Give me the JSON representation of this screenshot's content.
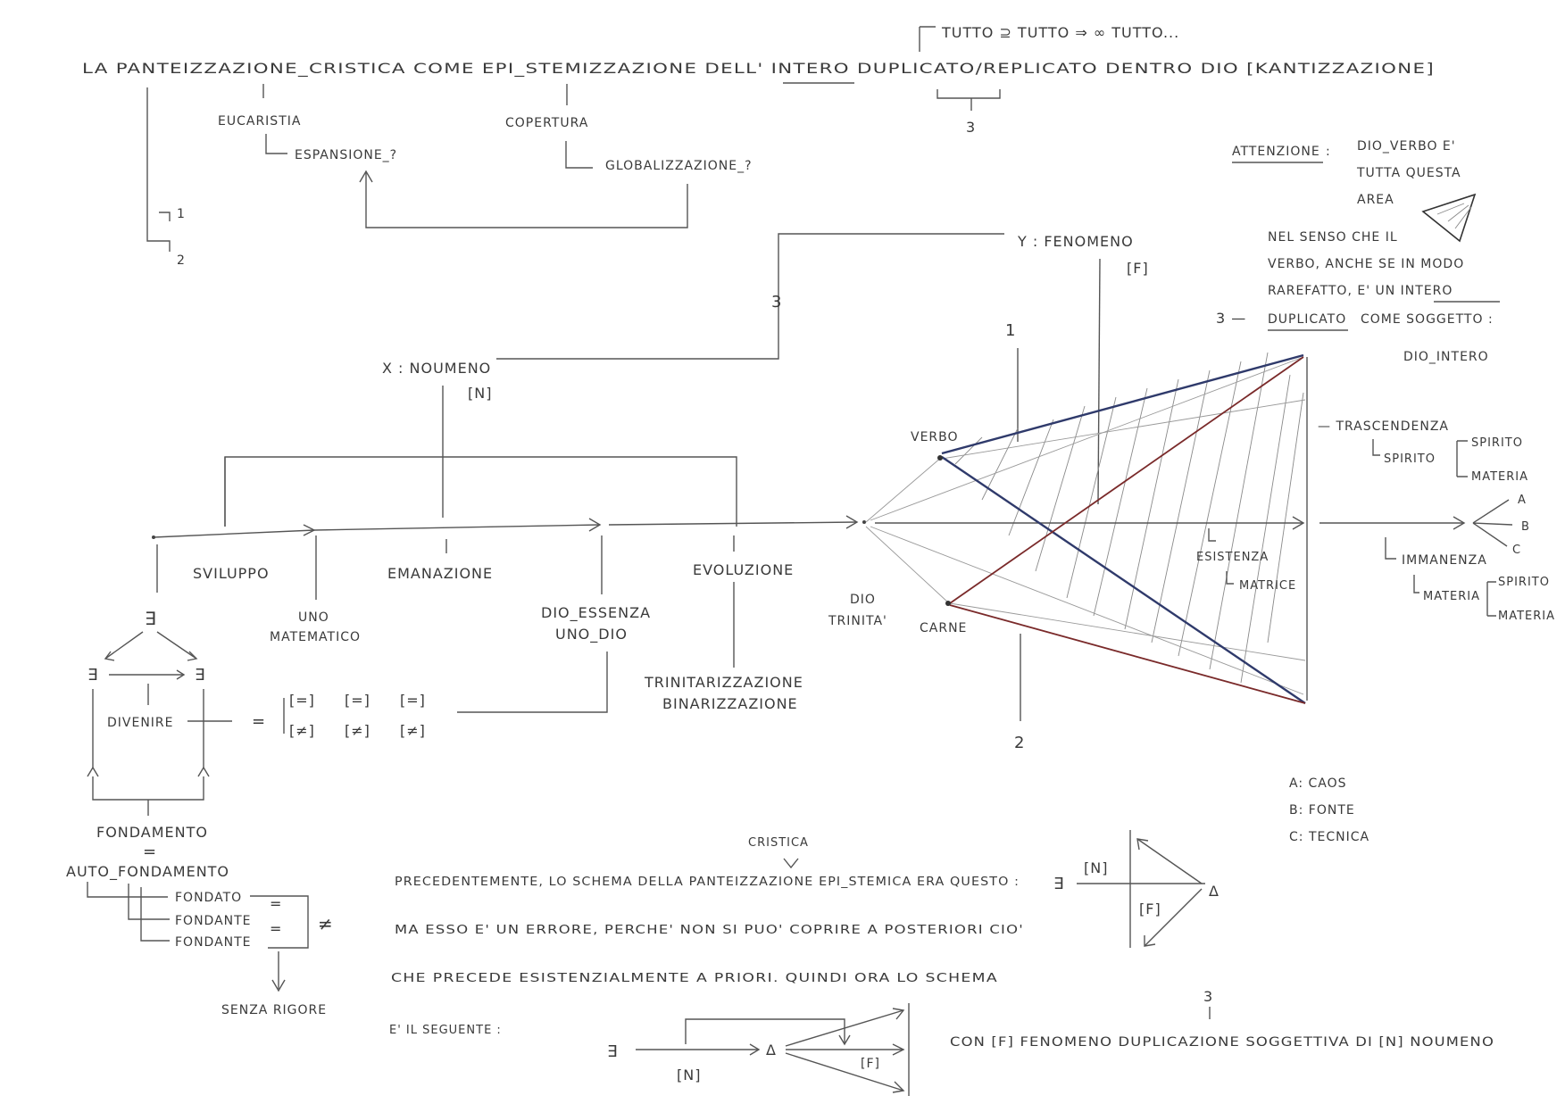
{
  "colors": {
    "ink": "#3a3a3a",
    "pencil": "#555555",
    "blue": "#2f3a6b",
    "red": "#7a2a2a",
    "paper": "#ffffff"
  },
  "top": {
    "pre_title": "TUTTO ⊇ TUTTO ⇒ ∞ TUTTO...",
    "title": "LA PANTEIZZAZIONE_CRISTICA COME EPI_STEMIZZAZIONE DELL' INTERO DUPLICATO/REPLICATO DENTRO DIO [KANTIZZAZIONE]",
    "eucaristia": "EUCARISTIA",
    "espansione": "ESPANSIONE_?",
    "copertura": "COPERTURA",
    "globalizzazione": "GLOBALIZZAZIONE_?",
    "num_1": "1",
    "num_2": "2",
    "num_3": "3"
  },
  "note": {
    "label": "ATTENZIONE",
    "lines": [
      "DIO_VERBO E'",
      "TUTTA QUESTA",
      "AREA"
    ],
    "paragraph": [
      "NEL SENSO CHE IL",
      "VERBO, ANCHE SE IN MODO",
      "RAREFATTO, E' UN INTERO",
      "COME SOGGETTO :",
      "DIO_INTERO"
    ],
    "dup_prefix": "3 — ",
    "duplicato": "DUPLICATO"
  },
  "axes": {
    "y_label": "Y : FENOMENO",
    "y_tag": "[F]",
    "x_label": "X : NOUMENO",
    "x_tag": "[N]",
    "three": "3",
    "one": "1",
    "two": "2"
  },
  "chain": {
    "sviluppo": "SVILUPPO",
    "emanazione": "EMANAZIONE",
    "evoluzione": "EVOLUZIONE",
    "uno_1": "UNO",
    "uno_2": "MATEMATICO",
    "dio_ess_1": "DIO_ESSENZA",
    "dio_ess_2": "UNO_DIO",
    "trin_1": "TRINITARIZZAZIONE",
    "trin_2": "BINARIZZAZIONE"
  },
  "divenire": {
    "exists": "∃",
    "label": "DIVENIRE",
    "eq": "=",
    "row1": [
      "[=]",
      "[=]",
      "[=]"
    ],
    "row2": [
      "[≠]",
      "[≠]",
      "[≠]"
    ]
  },
  "fondamento": {
    "line1": "FONDAMENTO",
    "eq": "=",
    "line2": "AUTO_FONDAMENTO",
    "items": [
      "FONDATO",
      "FONDANTE",
      "FONDANTE"
    ],
    "neq": "≠",
    "senza": "SENZA RIGORE"
  },
  "cone": {
    "verbo": "VERBO",
    "dio": "DIO",
    "trinita": "TRINITA'",
    "carne": "CARNE",
    "esistenza": "ESISTENZA",
    "matrice": "MATRICE",
    "trascendenza": "— TRASCENDENZA",
    "spirito": "SPIRITO",
    "materia": "MATERIA",
    "immanenza": "IMMANENZA",
    "a": "A",
    "b": "B",
    "c": "C"
  },
  "legend": [
    "A: CAOS",
    "B: FONTE",
    "C: TECNICA"
  ],
  "bottom": {
    "cristica": "CRISTICA",
    "p1": "PRECEDENTEMENTE, LO SCHEMA DELLA PANTEIZZAZIONE EPI_STEMICA ERA QUESTO :",
    "p2": "MA ESSO E' UN ERRORE, PERCHE' NON SI PUO' COPRIRE A POSTERIORI CIO'",
    "p3": "CHE PRECEDE ESISTENZIALMENTE A PRIORI. QUINDI ORA LO SCHEMA",
    "p4": "E' IL SEGUENTE :",
    "n_tag": "[N]",
    "f_tag": "[F]",
    "exists": "∃",
    "delta": "Δ",
    "three": "3",
    "con": "CON [F] FENOMENO DUPLICAZIONE SOGGETTIVA DI [N] NOUMENO"
  }
}
